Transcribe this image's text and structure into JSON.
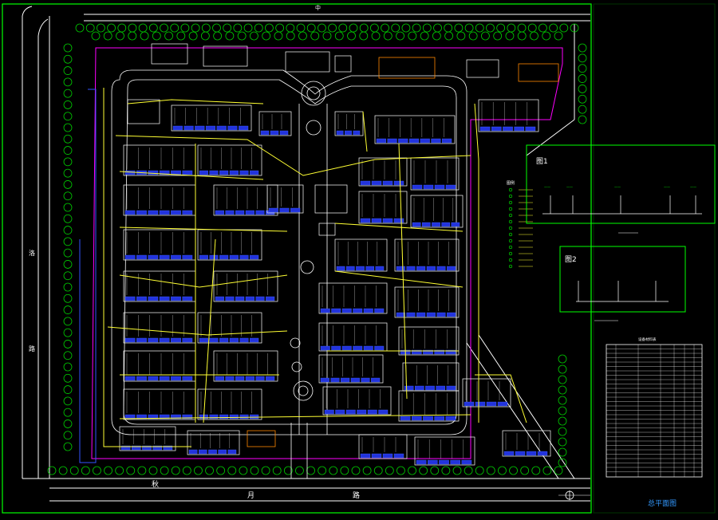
{
  "drawing": {
    "title": "总平面图",
    "road_top": "中",
    "road_bottom_chars": [
      "秋",
      "月",
      "路"
    ],
    "road_left_chars": [
      "洛",
      "路"
    ],
    "detail1_label": "图1",
    "detail2_label": "图2",
    "legend_heading": "图例",
    "table_heading": "设备材料表",
    "compass": "N"
  },
  "colors": {
    "background": "#000000",
    "frame": "#00ff00",
    "road": "#ffffff",
    "trees": "#00cc00",
    "property_line": "#ff00ff",
    "building_outline": "#ffffff",
    "building_fill": "#2233dd",
    "cable": "#ffff33",
    "water": "#4466ff",
    "accent_orange": "#ff8800",
    "title_text": "#3399ff"
  }
}
